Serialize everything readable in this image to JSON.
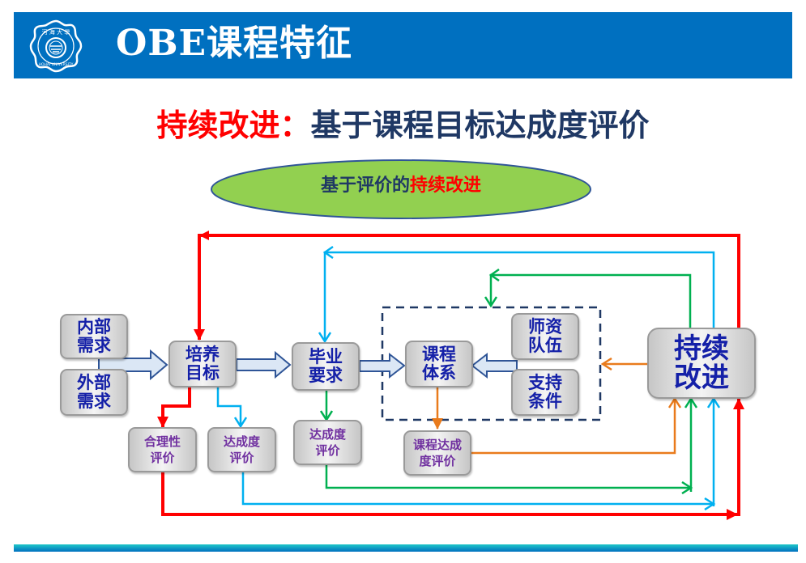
{
  "header": {
    "title": "OBE课程特征",
    "logo": "hohai-university-seal-logo",
    "bg_color": "#0070c0"
  },
  "subtitle": {
    "highlight": "持续改进：",
    "rest": "基于课程目标达成度评价",
    "highlight_color": "#ff0000",
    "rest_color": "#1f3864"
  },
  "oval": {
    "prefix": "基于评价的",
    "highlight": "持续改进",
    "fill_color": "#92d050"
  },
  "diagram": {
    "nodes": {
      "internal_needs": {
        "line1": "内部",
        "line2": "需求"
      },
      "external_needs": {
        "line1": "外部",
        "line2": "需求"
      },
      "training_goals": {
        "line1": "培养",
        "line2": "目标"
      },
      "graduation_requirements": {
        "line1": "毕业",
        "line2": "要求"
      },
      "curriculum_system": {
        "line1": "课程",
        "line2": "体系"
      },
      "faculty": {
        "line1": "师资",
        "line2": "队伍"
      },
      "support_conditions": {
        "line1": "支持",
        "line2": "条件"
      },
      "continuous_improvement": {
        "line1": "持续",
        "line2": "改进"
      },
      "rationality_eval": {
        "line1": "合理性",
        "line2": "评价"
      },
      "goals_achievement_eval": {
        "line1": "达成度",
        "line2": "评价"
      },
      "requirements_achievement_eval": {
        "line1": "达成度",
        "line2": "评价"
      },
      "course_achievement_eval": {
        "line1": "课程达成",
        "line2": "度评价"
      }
    },
    "colors": {
      "red": "#ff0000",
      "cyan": "#00b0f0",
      "green": "#00b050",
      "orange": "#e97b1c",
      "dashed": "#1f3864",
      "block_arrow_fill": "#dbe7f5",
      "block_arrow_stroke": "#2f5597",
      "node_text": "#1420a8",
      "eval_text": "#7030a0"
    },
    "edges": [
      {
        "from": "internal_needs+external_needs",
        "to": "training_goals",
        "type": "block-arrow"
      },
      {
        "from": "training_goals",
        "to": "graduation_requirements",
        "type": "block-arrow"
      },
      {
        "from": "graduation_requirements",
        "to": "curriculum_system",
        "type": "block-arrow"
      },
      {
        "from": "faculty+support_conditions",
        "to": "curriculum_system",
        "type": "block-arrow"
      },
      {
        "from": "training_goals",
        "to": "rationality_eval",
        "color": "red"
      },
      {
        "from": "training_goals",
        "to": "goals_achievement_eval",
        "color": "cyan"
      },
      {
        "from": "graduation_requirements",
        "to": "requirements_achievement_eval",
        "color": "green"
      },
      {
        "from": "curriculum_system",
        "to": "course_achievement_eval",
        "color": "orange"
      },
      {
        "from": "rationality_eval",
        "to": "continuous_improvement",
        "color": "red"
      },
      {
        "from": "goals_achievement_eval",
        "to": "continuous_improvement",
        "color": "cyan"
      },
      {
        "from": "requirements_achievement_eval",
        "to": "continuous_improvement",
        "color": "green"
      },
      {
        "from": "course_achievement_eval",
        "to": "continuous_improvement",
        "color": "orange"
      },
      {
        "from": "continuous_improvement",
        "to": "training_goals",
        "color": "red"
      },
      {
        "from": "continuous_improvement",
        "to": "graduation_requirements",
        "color": "cyan"
      },
      {
        "from": "continuous_improvement",
        "to": "curriculum_group",
        "color": "green"
      },
      {
        "from": "continuous_improvement",
        "to": "curriculum_group",
        "color": "orange"
      }
    ]
  }
}
